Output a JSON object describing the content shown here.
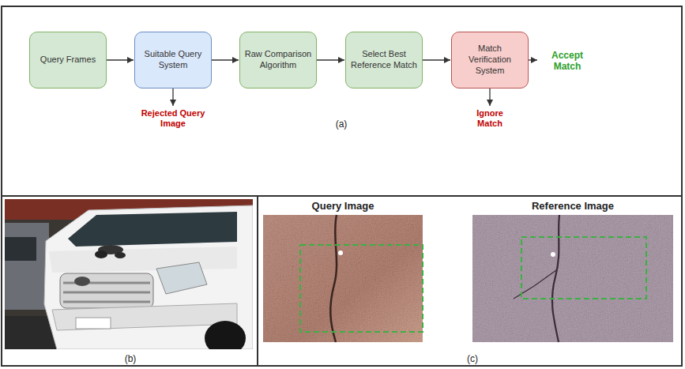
{
  "diagram": {
    "nodes": [
      {
        "text": [
          "Query Frames"
        ]
      },
      {
        "text": [
          "Suitable Query System"
        ]
      },
      {
        "text": [
          "Raw Comparison Algorithm"
        ]
      },
      {
        "text": [
          "Select Best Reference Match"
        ]
      },
      {
        "text": [
          "Match Verification System"
        ]
      }
    ],
    "edges": [
      {
        "from": 0,
        "to": 1,
        "arrow": "to"
      },
      {
        "from": 1,
        "to": 2,
        "arrow": "to"
      },
      {
        "from": 2,
        "to": 3,
        "arrow": "to"
      },
      {
        "from": 3,
        "to": 4,
        "arrow": "to"
      }
    ],
    "labels": [
      "Rejected Query Image",
      "Accept Match",
      "Ignore Match",
      "(a)",
      "(b)",
      "Query Image",
      "Reference Image",
      "(c)"
    ]
  }
}
